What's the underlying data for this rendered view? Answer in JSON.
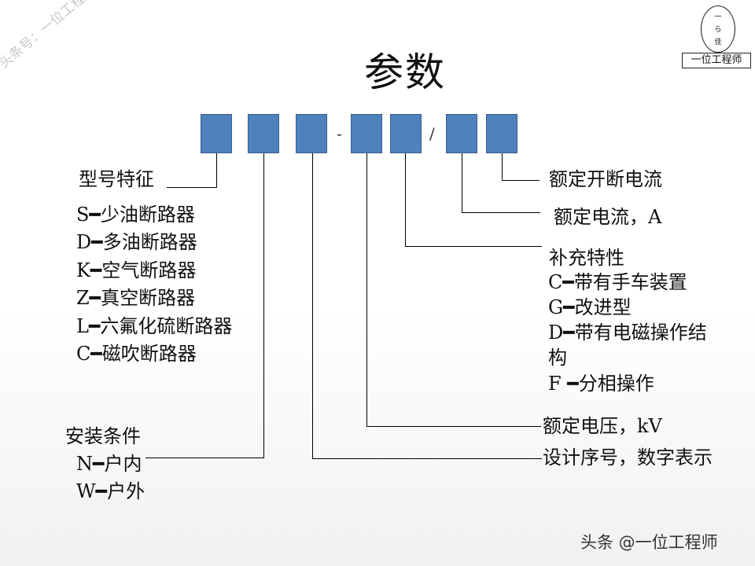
{
  "title": "参数",
  "watermark": "头条号：一位工程师",
  "logo": {
    "label": "一位工程师",
    "glyph_top": "一",
    "glyph_mid": "ら",
    "glyph_bottom": "佳"
  },
  "separators": {
    "dash": "-",
    "slash": "/"
  },
  "left": {
    "model_feature": {
      "heading": "型号特征",
      "items": [
        "S━少油断路器",
        "D━多油断路器",
        "K━空气断路器",
        "Z━真空断路器",
        "L━六氟化硫断路器",
        "C━磁吹断路器"
      ]
    },
    "install": {
      "heading": "安装条件",
      "items": [
        "N━户内",
        "W━户外"
      ]
    }
  },
  "right": {
    "rated_breaking_current": "额定开断电流",
    "rated_current": "额定电流，A",
    "supplement": {
      "heading": "补充特性",
      "items": [
        "C━带有手车装置",
        "G━改进型",
        "D━带有电磁操作结",
        "构",
        "F ━分相操作"
      ]
    },
    "rated_voltage": "额定电压，kV",
    "design_serial": "设计序号，数字表示"
  },
  "footer": "头条 @一位工程师"
}
